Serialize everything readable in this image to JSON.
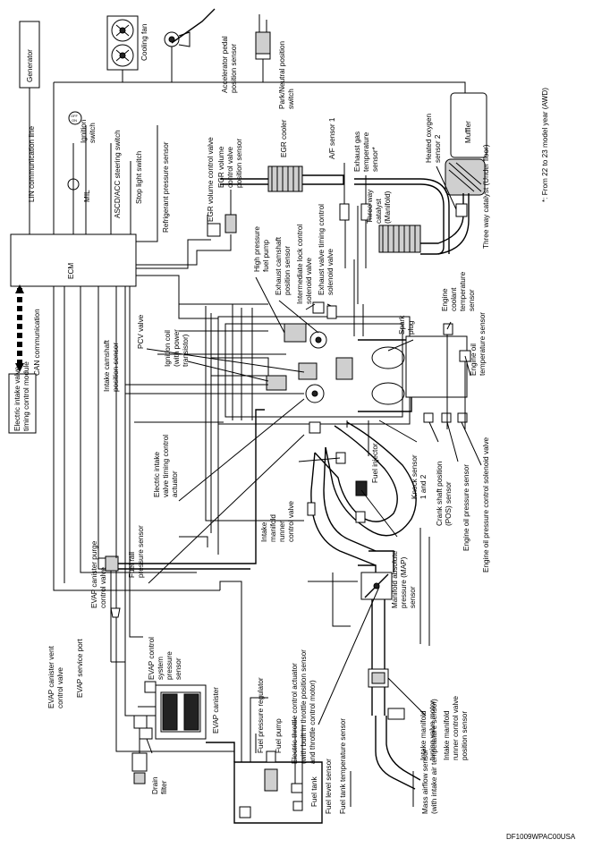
{
  "diagram": {
    "labels": {
      "generator": "Generator",
      "cooling_fan": "Cooling fan",
      "accelerator_pedal": "Accelerator pedal position sensor",
      "park_neutral": "Park/Neutral position switch",
      "footnote": "*: From 22 to 23 model year (AWD)",
      "lin": "LIN communication line",
      "ignition_switch": "Ignition switch",
      "mil": "MIL",
      "ascd_switch": "ASCD/ACC steering switch",
      "stop_lamp": "Stop light switch",
      "refrigerant": "Refrigerant pressure sensor",
      "egr_volume_valve": "EGR volume control valve",
      "egr_volume_valve_pos": "EGR volume control valve position sensor",
      "egr_cooler": "EGR cooler",
      "af_sensor": "A/F sensor 1",
      "exhaust_gas_temp": "Exhaust gas temperature sensor*",
      "heated_o2": "Heated oxygen sensor 2",
      "muffler": "Muffler",
      "twc_manifold": "Three way catalyst (Manifold)",
      "twc_underfloor": "Three way catalyst (Under floor)",
      "ecm": "ECM",
      "hp_fuel_pump": "High pressure fuel pump",
      "exhaust_cam": "Exhaust camshaft position sensor",
      "intermediate_lock": "Intermediate lock control solenoid valve",
      "exhaust_vt": "Exhaust valve timing control solenoid valve",
      "engine_coolant": "Engine coolant temperature sensor",
      "spark_plug": "Spark plug",
      "engine_oil_temp": "Engine oil temperature sensor",
      "can": "CAN communication",
      "eivt_module": "Electric intake valve timing control module",
      "ignition_coil": "Ignition coil (with power transistor)",
      "pcv_valve": "PCV valve",
      "intake_cam": "Intake camshaft position sensor",
      "eivt_actuator": "Electric intake valve timing control actuator",
      "fuel_injector": "Fuel injector",
      "knock_sensor": "Knock sensor 1 and 2",
      "crank_pos": "Crank shaft position (POS) sensor",
      "oil_pressure": "Engine oil pressure sensor",
      "oil_pressure_sol": "Engine oil pressure control solenoid valve",
      "imrc_valve": "Intake manifold runner control valve",
      "map_sensor": "Manifold absolute pressure (MAP) sensor",
      "fuel_rail": "Fuel rail pressure sensor",
      "evap_purge": "EVAP canister purge control valve",
      "intake_tuning": "Intake manifold tuning valve motor",
      "imrc_pos": "Intake manifold runner control valve position sensor",
      "evap_vent": "EVAP canister vent control valve",
      "evap_service": "EVAP service port",
      "evap_pressure": "EVAP control system pressure sensor",
      "evap_canister": "EVAP canister",
      "drain_filter": "Drain filter",
      "fuel_pressure_reg": "Fuel pressure regulator",
      "fuel_pump": "Fuel pump",
      "throttle_actuator": "Electric throttle control actuator (with built in throttle position sensor and throttle control motor)",
      "fuel_tank": "Fuel tank",
      "fuel_level": "Fuel level sensor",
      "fuel_tank_temp": "Fuel tank temperature sensor",
      "maf": "Mass airflow sensor (with intake air temperature sensor)",
      "code": "DF1009WPAC00USA"
    }
  }
}
